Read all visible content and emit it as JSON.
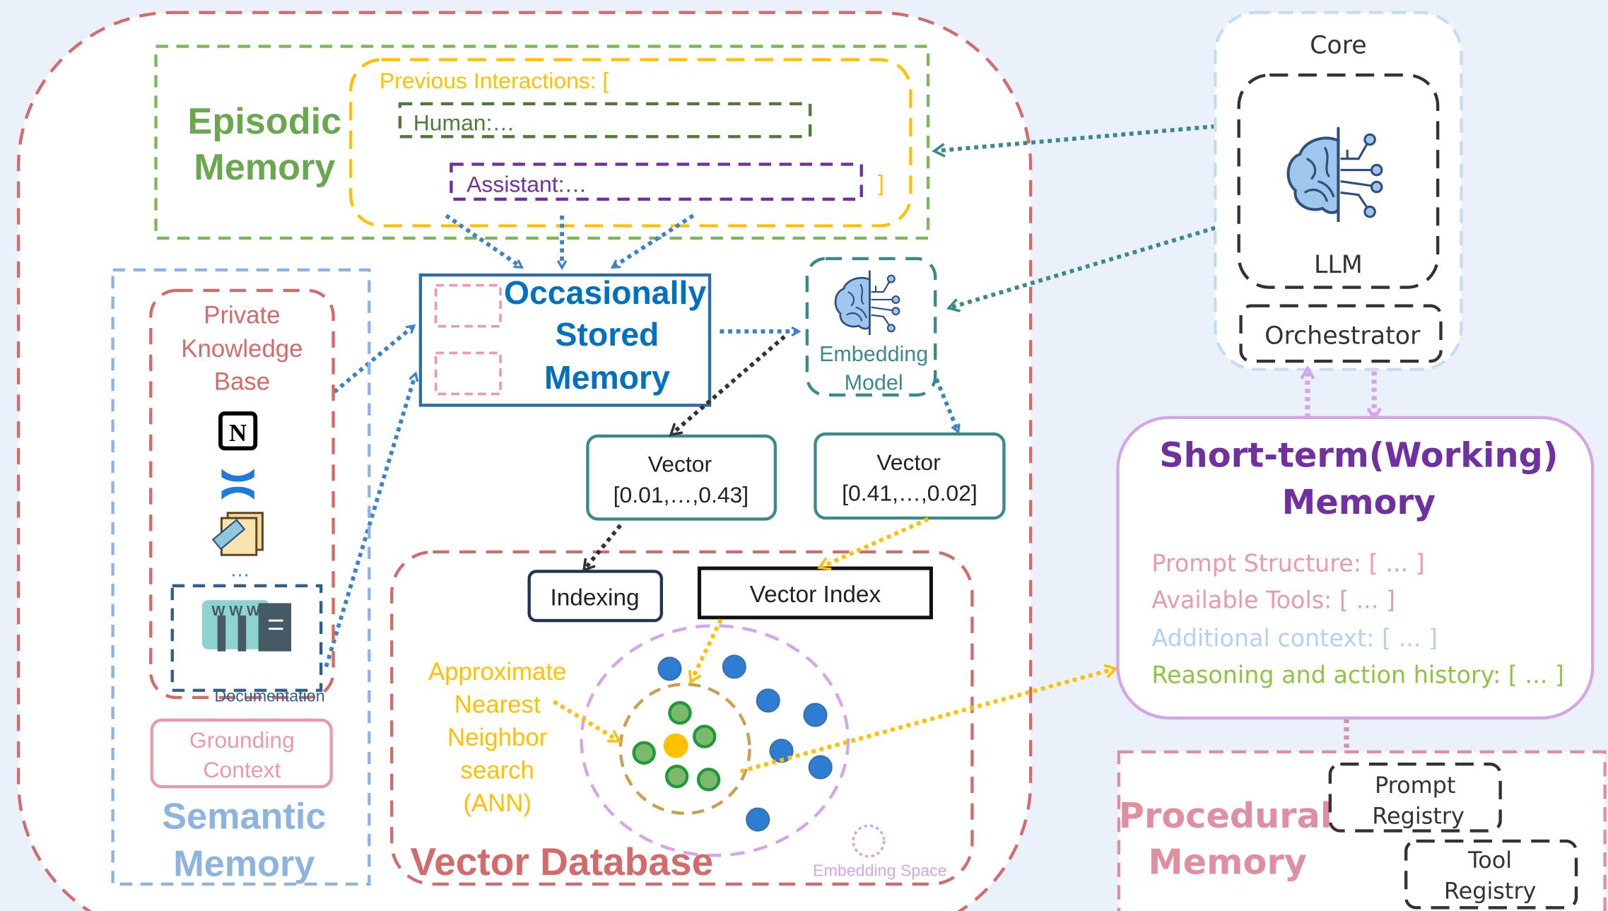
{
  "episodic": {
    "title_line1": "Episodic",
    "title_line2": "Memory",
    "previous_interactions": "Previous Interactions:  [",
    "human": "Human:…",
    "assistant": "Assistant:…",
    "close_bracket": "]"
  },
  "semantic": {
    "title_line1": "Semantic",
    "title_line2": "Memory",
    "private_kb_line1": "Private",
    "private_kb_line2": "Knowledge",
    "private_kb_line3": "Base",
    "ellipsis": "…",
    "documentation": "Documentation",
    "grounding_line1": "Grounding",
    "grounding_line2": "Context",
    "icons": [
      "notion-icon",
      "confluence-icon",
      "pdf-icon",
      "www-icon"
    ]
  },
  "occasionally_stored": {
    "line1": "Occasionally",
    "line2": "Stored",
    "line3": "Memory"
  },
  "embedding_model": {
    "line1": "Embedding",
    "line2": "Model"
  },
  "vectors": [
    {
      "label": "Vector",
      "value": "[0.01,…,0.43]"
    },
    {
      "label": "Vector",
      "value": "[0.41,…,0.02]"
    }
  ],
  "vector_db": {
    "title": "Vector Database",
    "indexing": "Indexing",
    "vector_index": "Vector Index",
    "ann_line1": "Approximate",
    "ann_line2": "Nearest",
    "ann_line3": "Neighbor",
    "ann_line4": "search",
    "ann_line5": "(ANN)",
    "embedding_space": "Embedding Space"
  },
  "core": {
    "title": "Core",
    "llm": "LLM",
    "orchestrator": "Orchestrator"
  },
  "short_term": {
    "title_line1": "Short-term(Working)",
    "title_line2": "Memory",
    "items": [
      {
        "text": "Prompt Structure: [ ... ]",
        "color": "#e99aab"
      },
      {
        "text": "Available Tools: [ ... ]",
        "color": "#e99aab"
      },
      {
        "text": "Additional context: [ ... ]",
        "color": "#b5d0ec"
      },
      {
        "text": "Reasoning and action history: [ ... ]",
        "color": "#8cc63f"
      }
    ]
  },
  "procedural": {
    "title_line1": "Procedural",
    "title_line2": "Memory",
    "prompt_registry_line1": "Prompt",
    "prompt_registry_line2": "Registry",
    "tool_registry_line1": "Tool",
    "tool_registry_line2": "Registry"
  },
  "colors": {
    "background": "#eaf1fa",
    "long_term_border": "#d46b6b",
    "episodic": "#6aa84f",
    "semantic": "#8db3e2",
    "occasionally_stored": "#0070c0",
    "embedding": "#3a8a8a",
    "short_term": "#7030a0",
    "procedural": "#e08fa0",
    "ann": "#ffc000"
  }
}
